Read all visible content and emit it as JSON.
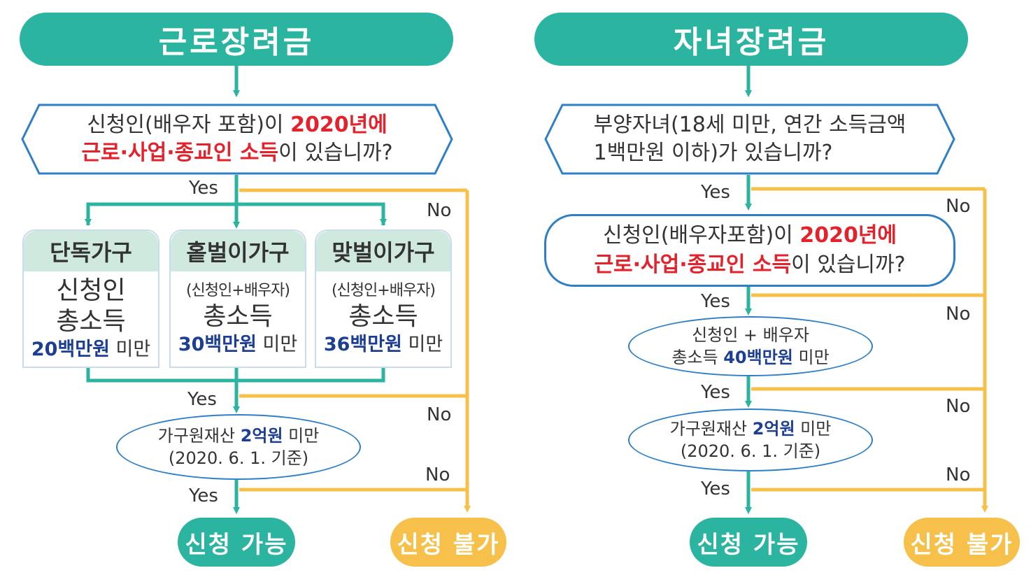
{
  "left": {
    "title": "근로장려금",
    "q1": {
      "line1_pre": "신청인(배우자 포함)이 ",
      "line1_red": "2020년에",
      "line2_red": "근로·사업·종교인 소득",
      "line2_post": "이 있습니까?"
    },
    "categories": [
      {
        "head": "단독가구",
        "sub": "",
        "l1": "신청인",
        "l2": "총소득",
        "amount": "20백만원",
        "suffix": " 미만"
      },
      {
        "head": "홑벌이가구",
        "sub": "(신청인+배우자)",
        "l1": "",
        "l2": "총소득",
        "amount": "30백만원",
        "suffix": " 미만"
      },
      {
        "head": "맞벌이가구",
        "sub": "(신청인+배우자)",
        "l1": "",
        "l2": "총소득",
        "amount": "36백만원",
        "suffix": " 미만"
      }
    ],
    "asset": {
      "pre": "가구원재산 ",
      "amount": "2억원",
      "post": " 미만",
      "date": "(2020. 6. 1. 기준)"
    },
    "yes": "Yes",
    "no": "No",
    "result_ok": "신청 가능",
    "result_no": "신청 불가"
  },
  "right": {
    "title": "자녀장려금",
    "q1": {
      "line1": "부양자녀(18세 미만, 연간 소득금액",
      "line2": "1백만원 이하)가 있습니까?"
    },
    "q2": {
      "line1_pre": "신청인(배우자포함)이 ",
      "line1_red": "2020년에",
      "line2_red": "근로·사업·종교인 소득",
      "line2_post": "이 있습니까?"
    },
    "income": {
      "line1": "신청인 + 배우자",
      "pre": "총소득 ",
      "amount": "40백만원",
      "post": " 미만"
    },
    "asset": {
      "pre": "가구원재산 ",
      "amount": "2억원",
      "post": " 미만",
      "date": "(2020. 6. 1. 기준)"
    },
    "yes": "Yes",
    "no": "No",
    "result_ok": "신청 가능",
    "result_no": "신청 불가"
  },
  "colors": {
    "teal": "#2bb5a0",
    "orange": "#f7c04a",
    "blue_border": "#2f7fc8",
    "red": "#e4222b",
    "navy": "#1c3f94",
    "header_mint": "#cfe9df"
  }
}
